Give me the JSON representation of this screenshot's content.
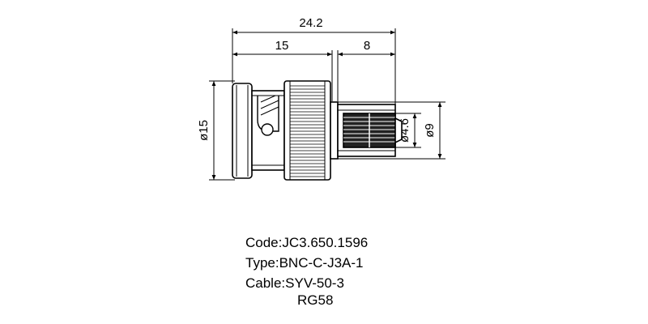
{
  "dimensions": {
    "overall_length": "24.2",
    "body_length": "15",
    "crimp_length": "8",
    "body_diameter": "ø15",
    "ferrule_diameter": "ø4.6",
    "crimp_diameter": "ø9"
  },
  "specs": {
    "code": "Code:JC3.650.1596",
    "type": "Type:BNC-C-J3A-1",
    "cable": "Cable:SYV-50-3",
    "cable_alt": "RG58"
  }
}
